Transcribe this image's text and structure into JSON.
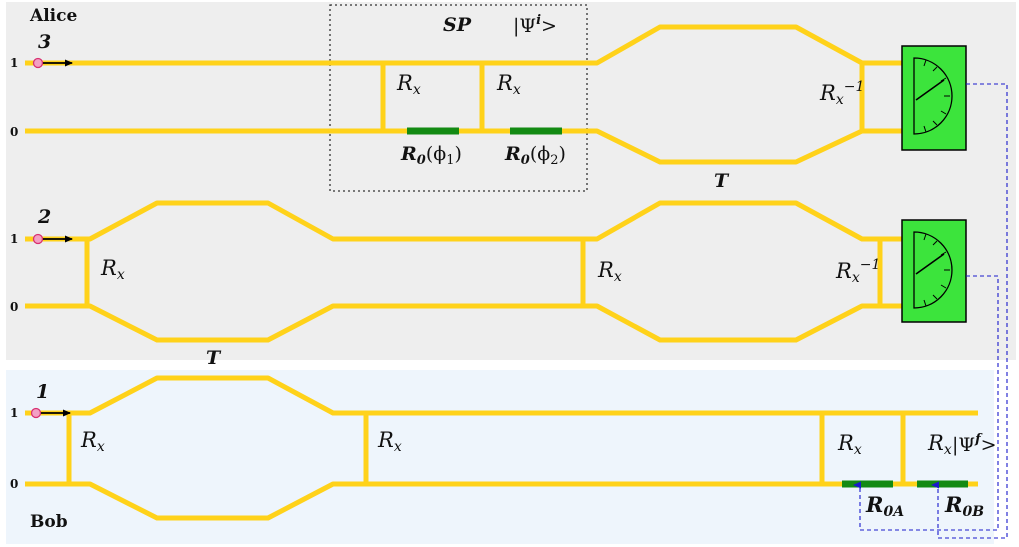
{
  "parties": {
    "alice": "Alice",
    "bob": "Bob"
  },
  "rails": {
    "one": "1",
    "zero": "0"
  },
  "qubits": {
    "q3": "3",
    "q2": "2",
    "q1": "1"
  },
  "gates": {
    "rx_base": "R",
    "rx_sub": "x",
    "rx_inv_sup": "−1",
    "t": "T",
    "r0_base": "R",
    "r0_sub": "0",
    "phi": "ϕ",
    "phi1_sub": "1",
    "phi2_sub": "2",
    "r0a_sub": "0A",
    "r0b_sub": "0B"
  },
  "sp_box": {
    "label": "SP",
    "psi_prefix": "|Ψ",
    "psi_i_sup": "i",
    "psi_suffix": ">"
  },
  "output_state": {
    "psi_prefix": "|Ψ",
    "psi_f_sup": "f",
    "psi_suffix": ">"
  },
  "colors": {
    "waveguide": "#ffd21a",
    "phase_shifter": "#138a13",
    "detector": "#3ce43c",
    "feed_forward": "#1a1acc",
    "alice_bg": "#eeeeee",
    "bob_bg": "#eef5fc",
    "photon": "#e0407a"
  },
  "icons": {
    "photon_source": "photon-dot-icon",
    "detector": "detector-dial-icon",
    "feed_forward_arrow": "arrow-up-icon"
  }
}
